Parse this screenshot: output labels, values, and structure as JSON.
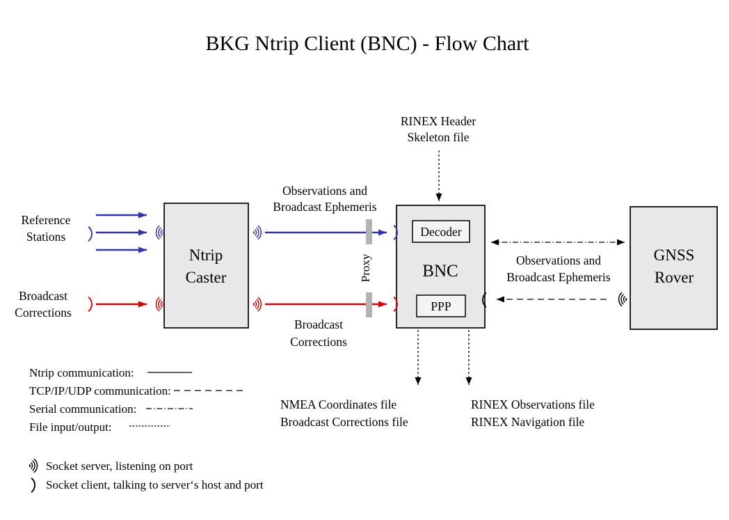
{
  "title": "BKG Ntrip Client (BNC)  -  Flow Chart",
  "nodes": {
    "ntrip_caster": [
      "Ntrip",
      "Caster"
    ],
    "bnc": "BNC",
    "decoder": "Decoder",
    "ppp": "PPP",
    "gnss_rover": [
      "GNSS",
      "Rover"
    ],
    "proxy": "Proxy"
  },
  "labels": {
    "reference_stations": [
      "Reference",
      "Stations"
    ],
    "broadcast_corrections_left": [
      "Broadcast",
      "Corrections"
    ],
    "obs_ephemeris_top": [
      "Observations and",
      "Broadcast Ephemeris"
    ],
    "broadcast_corrections_mid": [
      "Broadcast",
      "Corrections"
    ],
    "rinex_header": [
      "RINEX Header",
      "Skeleton file"
    ],
    "obs_ephemeris_right": [
      "Observations and",
      "Broadcast Ephemeris"
    ],
    "nmea_files": [
      "NMEA Coordinates file",
      "Broadcast Corrections file"
    ],
    "rinex_files": [
      "RINEX Observations file",
      "RINEX Navigation file"
    ]
  },
  "legend": {
    "ntrip": "Ntrip communication:",
    "tcp": "TCP/IP/UDP communication:",
    "serial": "Serial communication:",
    "file": "File input/output:",
    "socket_server": "Socket server, listening on port",
    "socket_client": "Socket client, talking to server‘s host and port"
  },
  "colors": {
    "ntrip_blue": "#3232b8",
    "corrections_red": "#dd0000",
    "black": "#000000",
    "box_fill": "#e8e8e8",
    "proxy_gray": "#b3b3b3"
  }
}
